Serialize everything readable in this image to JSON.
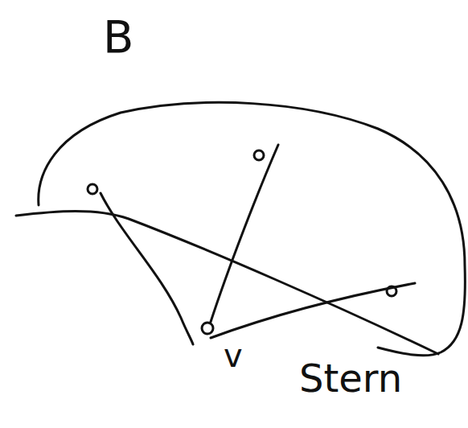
{
  "diagram": {
    "nodes": [
      {
        "text": [
          "B"
        ]
      },
      {
        "text": [
          "v"
        ],
        "in": 0
      }
    ],
    "labels": [
      "Stern"
    ]
  }
}
